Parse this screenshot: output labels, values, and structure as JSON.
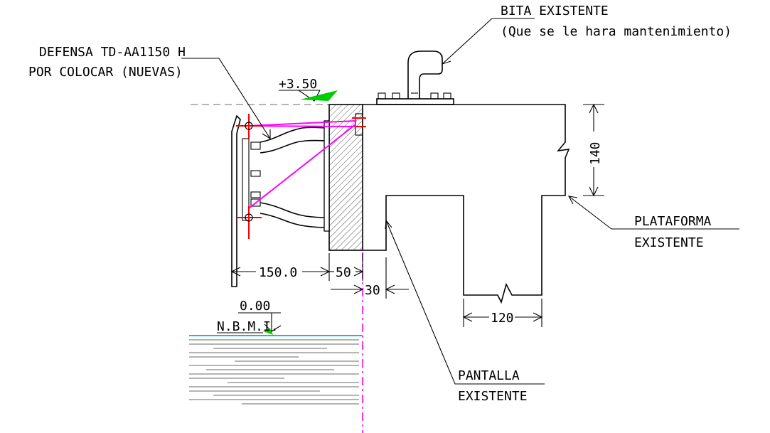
{
  "labels": {
    "bita_line1": "BITA EXISTENTE",
    "bita_line2": "(Que se le hara mantenimiento)",
    "defensa_line1": "DEFENSA TD-AA1150 H",
    "defensa_line2": "POR COLOCAR (NUEVAS)",
    "plataforma_line1": "PLATAFORMA",
    "plataforma_line2": "EXISTENTE",
    "pantalla_line1": "PANTALLA",
    "pantalla_line2": "EXISTENTE"
  },
  "levels": {
    "top": "+3.50",
    "water": "0.00",
    "water_name": "N.B.M.I."
  },
  "dimensions": {
    "fender_width": "150.0",
    "wall_width": "50",
    "offset": "30",
    "platform_height": "140",
    "beam_width": "120"
  },
  "colors": {
    "fender_chain": "#ff00ff",
    "bolts": "#ff0000",
    "level_marker": "#00cc00",
    "water": "#00c8c8",
    "axis": "#ff00ff"
  }
}
